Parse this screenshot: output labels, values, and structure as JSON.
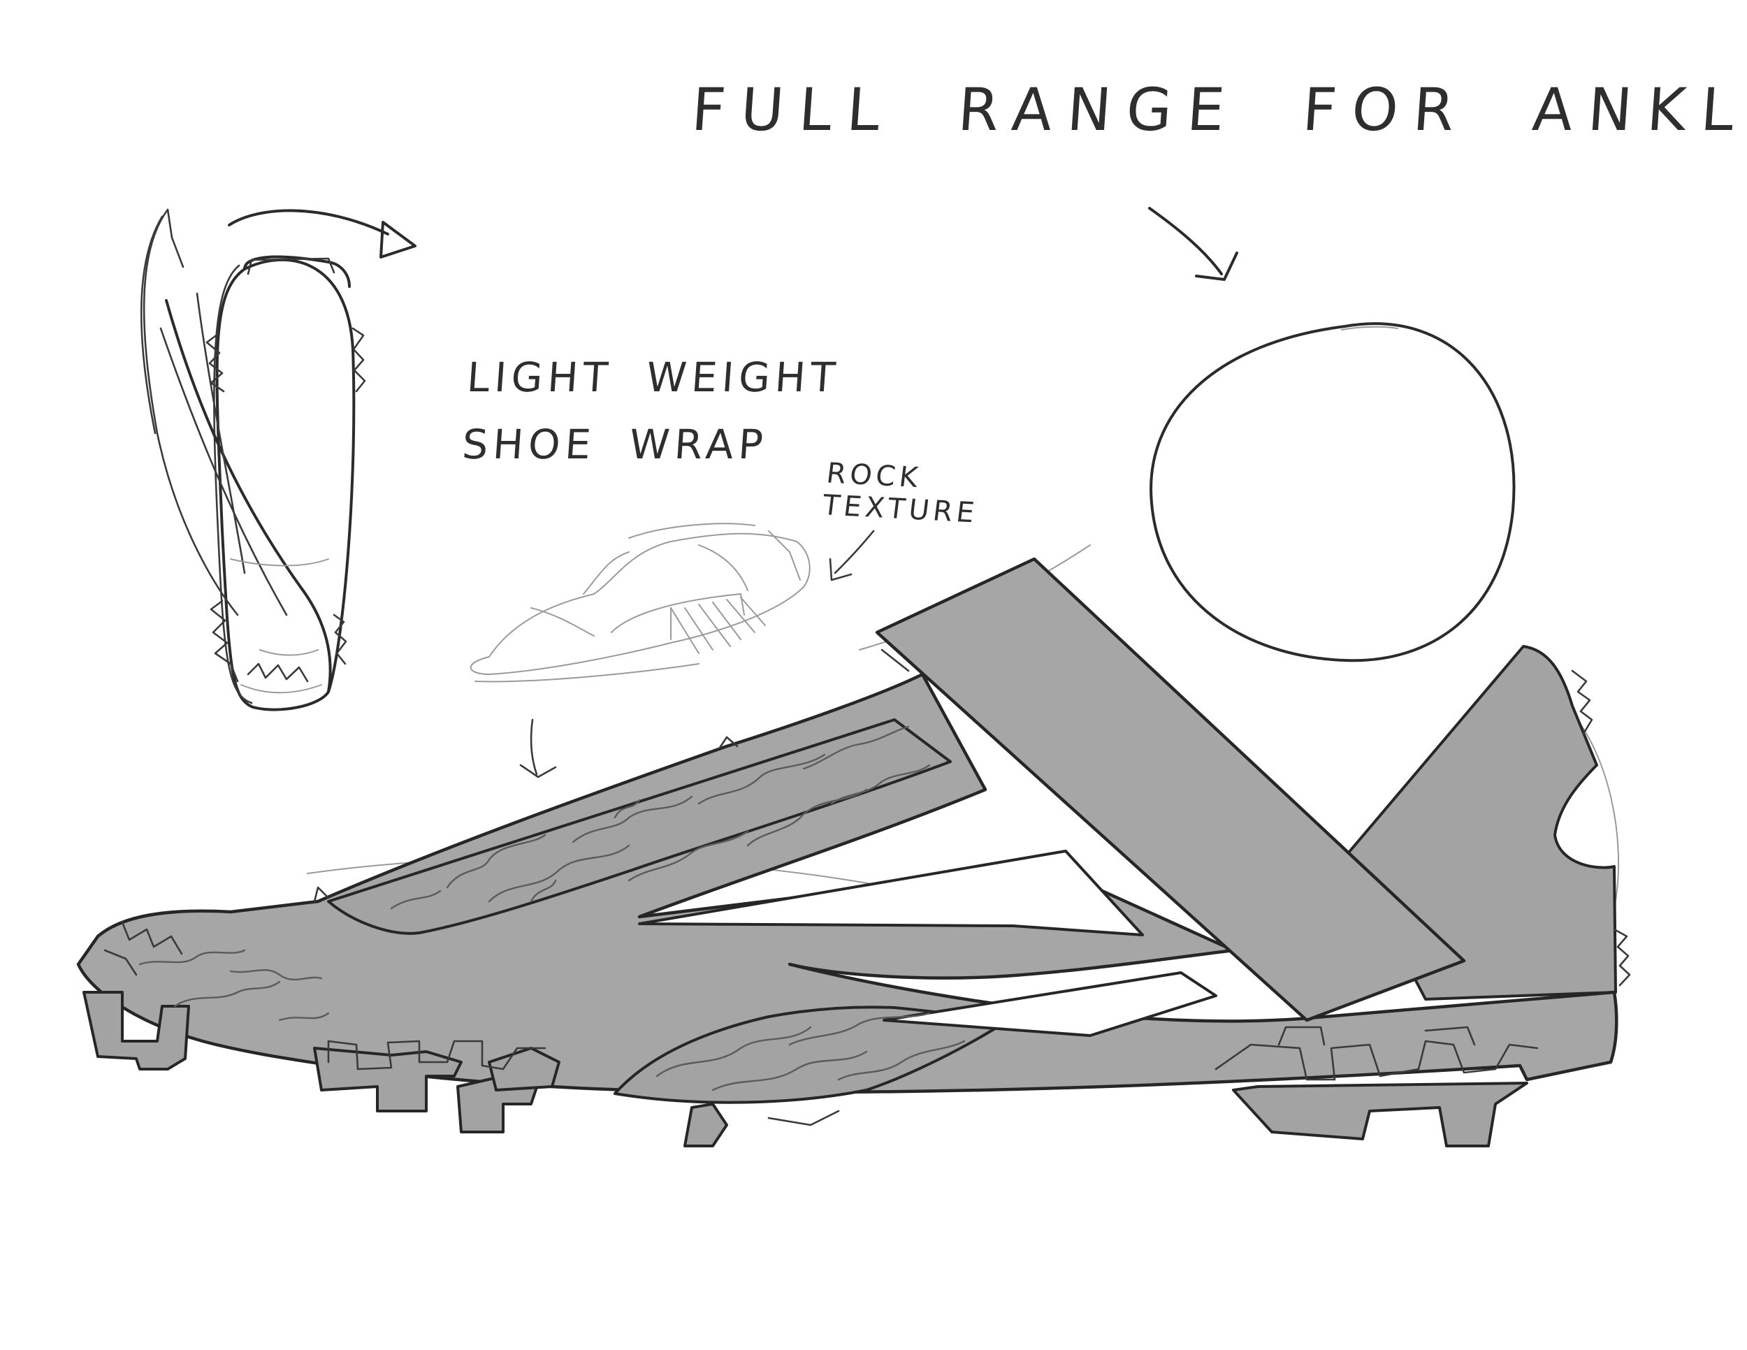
{
  "labels": {
    "title": "FULL RANGE FOR ANKLE",
    "wrap_line1": "LIGHT WEIGHT",
    "wrap_line2": "SHOE WRAP",
    "rock_line1": "ROCK",
    "rock_line2": "TEXTURE"
  },
  "colors": {
    "paper": "#ffffff",
    "shoe_fill": "#a6a6a6",
    "ink": "#262626",
    "pencil": "#9a9a9a"
  },
  "icons": [
    "rotation-arrow-icon",
    "pointer-arrow-icon"
  ]
}
